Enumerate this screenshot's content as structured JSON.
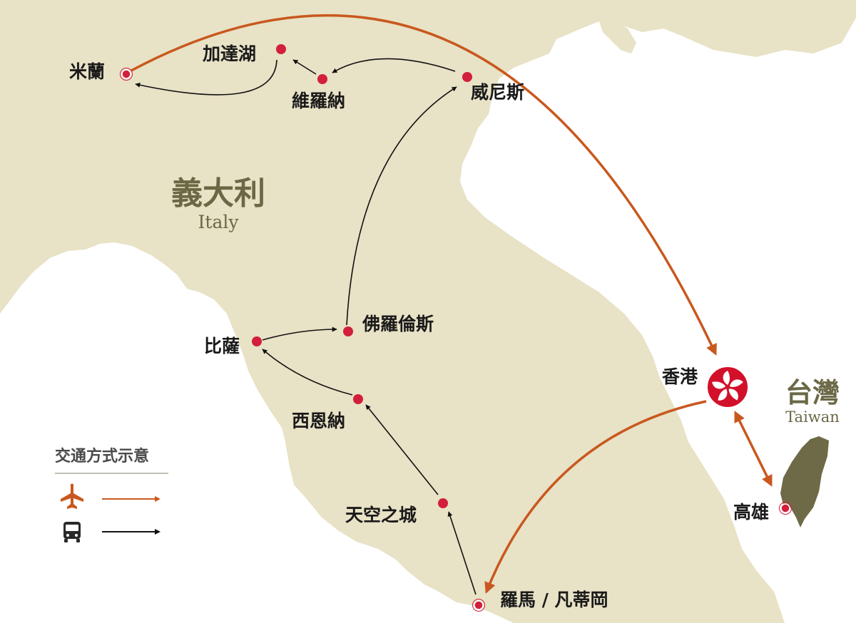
{
  "colors": {
    "land": "#e8e2c6",
    "sea": "#ffffff",
    "taiwan_land": "#6e6a48",
    "flight": "#c9581e",
    "ground": "#111111",
    "city_dot": "#d21f3c",
    "hk_flag": "#d2102a",
    "country_text": "#6b6846"
  },
  "country": {
    "italy_cn": "義大利",
    "italy_en": "Italy",
    "taiwan_cn": "台灣",
    "taiwan_en": "Taiwan"
  },
  "cities": {
    "milan": "米蘭",
    "garda": "加達湖",
    "verona": "維羅納",
    "venice": "威尼斯",
    "florence": "佛羅倫斯",
    "pisa": "比薩",
    "siena": "西恩納",
    "civita": "天空之城",
    "rome": "羅馬 / 凡蒂岡",
    "hongkong": "香港",
    "kaohsiung": "高雄"
  },
  "legend": {
    "title": "交通方式示意",
    "flight_icon": "airplane-icon",
    "bus_icon": "bus-icon"
  },
  "routes": [
    {
      "from": "kaohsiung",
      "to": "hongkong",
      "mode": "flight"
    },
    {
      "from": "hongkong",
      "to": "rome",
      "mode": "flight"
    },
    {
      "from": "rome",
      "to": "civita",
      "mode": "bus"
    },
    {
      "from": "civita",
      "to": "siena",
      "mode": "bus"
    },
    {
      "from": "siena",
      "to": "pisa",
      "mode": "bus"
    },
    {
      "from": "pisa",
      "to": "florence",
      "mode": "bus"
    },
    {
      "from": "florence",
      "to": "venice",
      "mode": "bus"
    },
    {
      "from": "venice",
      "to": "verona",
      "mode": "bus"
    },
    {
      "from": "verona",
      "to": "garda",
      "mode": "bus"
    },
    {
      "from": "garda",
      "to": "milan",
      "mode": "bus"
    },
    {
      "from": "milan",
      "to": "hongkong",
      "mode": "flight"
    }
  ]
}
